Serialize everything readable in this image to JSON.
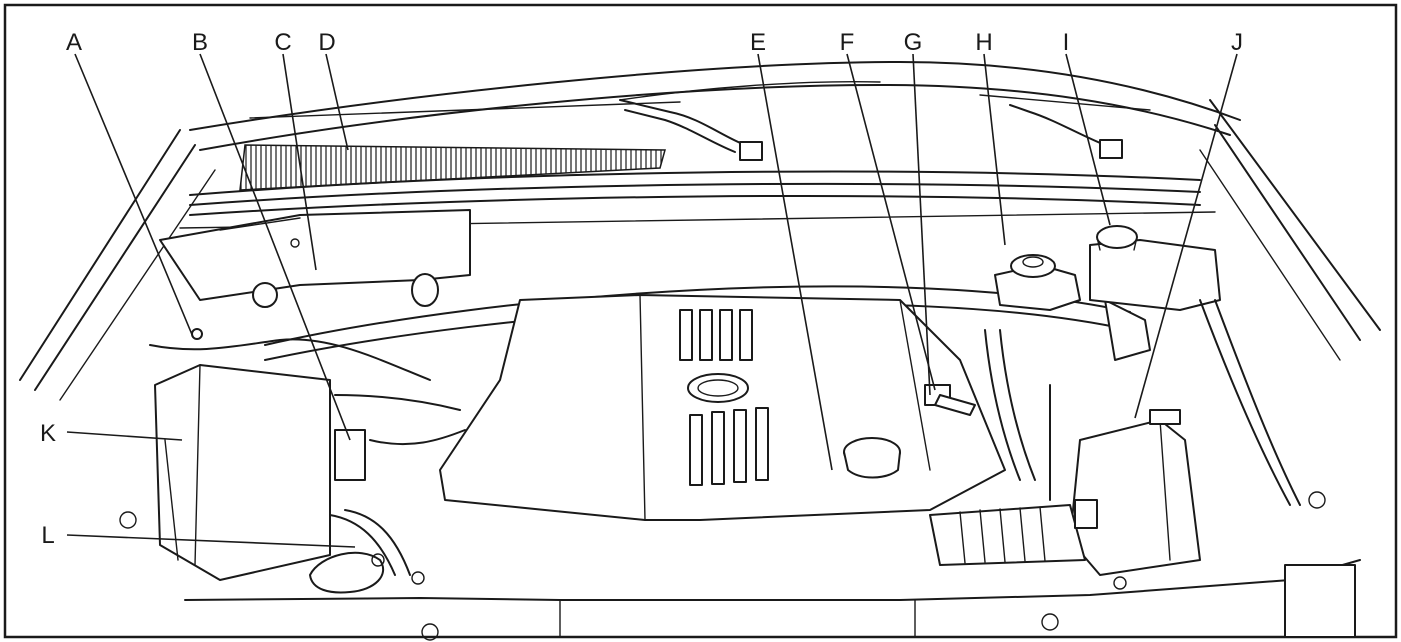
{
  "callouts": [
    {
      "letter": "A"
    },
    {
      "letter": "B"
    },
    {
      "letter": "C"
    },
    {
      "letter": "D"
    },
    {
      "letter": "E"
    },
    {
      "letter": "F"
    },
    {
      "letter": "G"
    },
    {
      "letter": "H"
    },
    {
      "letter": "I"
    },
    {
      "letter": "J"
    },
    {
      "letter": "K"
    },
    {
      "letter": "L"
    }
  ]
}
